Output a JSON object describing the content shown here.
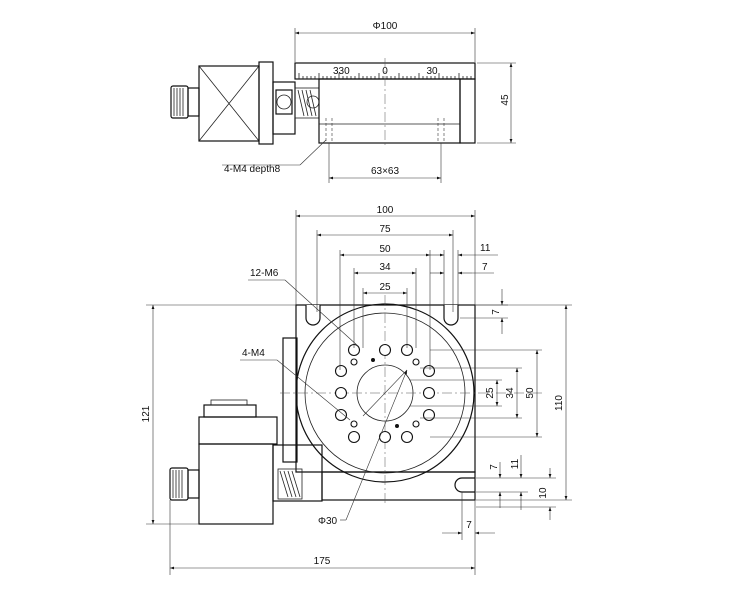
{
  "top_view": {
    "dia_label": "Φ100",
    "scale_labels": {
      "left": "330",
      "mid": "0",
      "right": "30"
    },
    "height_label": "45",
    "thread_label": "4-M4 depth8",
    "bolt_square_label": "63×63"
  },
  "plan_view": {
    "dims_top": {
      "d100": "100",
      "d75": "75",
      "d50": "50",
      "d34": "34",
      "d25": "25",
      "d11": "11",
      "d7": "7"
    },
    "label_12m6": "12-M6",
    "label_4m4": "4-M4",
    "dim_right_slot7": "7",
    "dims_right": {
      "d25": "25",
      "d34": "34",
      "d50": "50",
      "d110": "110"
    },
    "dims_slot": {
      "d7": "7",
      "d11": "11",
      "d10": "10"
    },
    "dim_left_121": "121",
    "dim_bottom_175": "175",
    "dim_bottom_7": "7",
    "label_phi30": "Φ30"
  }
}
